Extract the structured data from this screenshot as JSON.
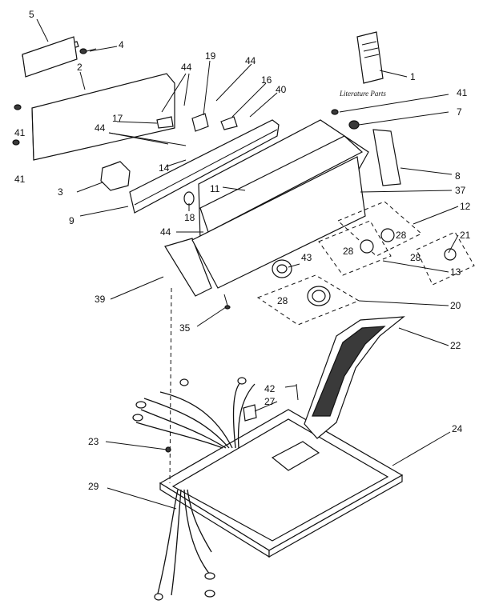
{
  "labels": {
    "l1": "1",
    "l2": "2",
    "l3": "3",
    "l4": "4",
    "l5": "5",
    "l7": "7",
    "l8": "8",
    "l9": "9",
    "l11": "11",
    "l12": "12",
    "l13": "13",
    "l14": "14",
    "l16": "16",
    "l17": "17",
    "l18": "18",
    "l19": "19",
    "l20": "20",
    "l21": "21",
    "l22": "22",
    "l23": "23",
    "l24": "24",
    "l27": "27",
    "l28a": "28",
    "l28b": "28",
    "l28c": "28",
    "l28d": "28",
    "l29": "29",
    "l35": "35",
    "l37": "37",
    "l39": "39",
    "l40": "40",
    "l41a": "41",
    "l41b": "41",
    "l41c": "41",
    "l42": "42",
    "l43": "43",
    "l44a": "44",
    "l44b": "44",
    "l44c": "44",
    "l44d": "44"
  },
  "literature_parts": "Literature Parts"
}
